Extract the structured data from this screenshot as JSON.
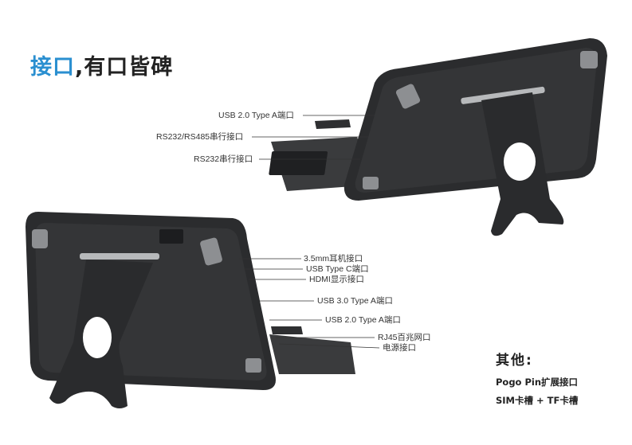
{
  "header": {
    "title_accent": "接口",
    "title_rest": ",有口皆碑"
  },
  "top_device_callouts": [
    "USB 2.0 Type A端口",
    "RS232/RS485串行接口",
    "RS232串行接口"
  ],
  "bottom_device_callouts": [
    "3.5mm耳机接口",
    "USB Type C端口",
    "HDMI显示接口",
    "USB 3.0 Type A端口",
    "USB 2.0 Type A端口",
    "RJ45百兆网口",
    "电源接口"
  ],
  "other": {
    "title": "其他:",
    "items": [
      "Pogo Pin扩展接口",
      "SIM卡槽 + TF卡槽"
    ]
  },
  "colors": {
    "accent": "#2a8fd0",
    "device_body": "#2b2c2e",
    "device_edge": "#18191a"
  }
}
